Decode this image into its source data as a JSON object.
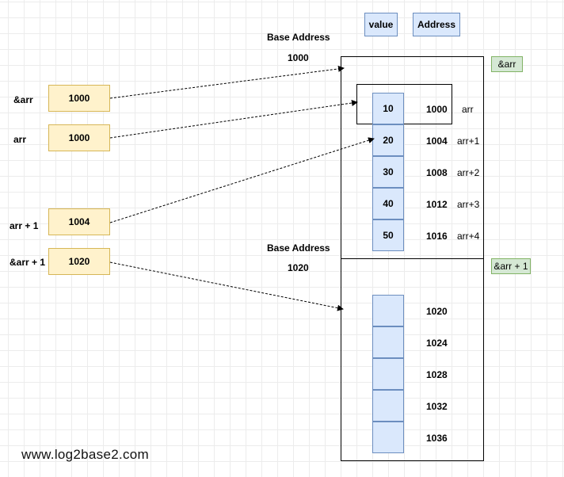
{
  "legend": {
    "value": "value",
    "address": "Address"
  },
  "base_top": {
    "label": "Base Address",
    "value": "1000"
  },
  "base_bottom": {
    "label": "Base Address",
    "value": "1020"
  },
  "pointers": [
    {
      "name": "&arr",
      "value": "1000"
    },
    {
      "name": "arr",
      "value": "1000"
    },
    {
      "name": "arr + 1",
      "value": "1004"
    },
    {
      "name": "&arr + 1",
      "value": "1020"
    }
  ],
  "tags": {
    "top": "&arr",
    "bottom": "&arr + 1"
  },
  "array1": [
    {
      "value": "10",
      "address": "1000",
      "label": "arr"
    },
    {
      "value": "20",
      "address": "1004",
      "label": "arr+1"
    },
    {
      "value": "30",
      "address": "1008",
      "label": "arr+2"
    },
    {
      "value": "40",
      "address": "1012",
      "label": "arr+3"
    },
    {
      "value": "50",
      "address": "1016",
      "label": "arr+4"
    }
  ],
  "array2": [
    {
      "address": "1020"
    },
    {
      "address": "1024"
    },
    {
      "address": "1028"
    },
    {
      "address": "1032"
    },
    {
      "address": "1036"
    }
  ],
  "website": "www.log2base2.com"
}
